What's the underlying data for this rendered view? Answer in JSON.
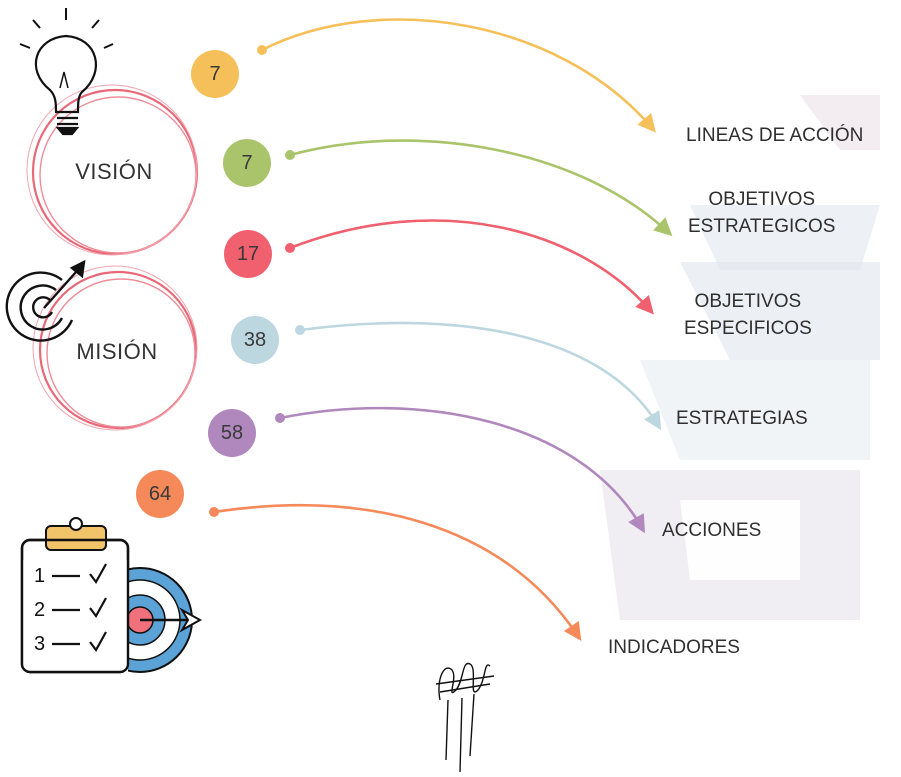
{
  "circles": [
    {
      "id": "vision",
      "label": "VISIÓN"
    },
    {
      "id": "mision",
      "label": "MISIÓN"
    }
  ],
  "links": [
    {
      "count": "7",
      "color": "#f5c05a",
      "target": [
        "LINEAS DE ACCIÓN"
      ]
    },
    {
      "count": "7",
      "color": "#a9c46a",
      "target": [
        "OBJETIVOS",
        "ESTRATEGICOS"
      ]
    },
    {
      "count": "17",
      "color": "#f0606e",
      "target": [
        "OBJETIVOS",
        "ESPECIFICOS"
      ]
    },
    {
      "count": "38",
      "color": "#bcd7e0",
      "target": [
        "ESTRATEGIAS"
      ]
    },
    {
      "count": "58",
      "color": "#b088bd",
      "target": [
        "ACCIONES"
      ]
    },
    {
      "count": "64",
      "color": "#f5895a",
      "target": [
        "INDICADORES"
      ]
    }
  ],
  "checklist": {
    "items": [
      "1",
      "2",
      "3"
    ],
    "icon": "clipboard-checklist-icon"
  },
  "icons": [
    "lightbulb-icon",
    "dartboard-icon",
    "target-arrow-icon",
    "signature-icon"
  ]
}
